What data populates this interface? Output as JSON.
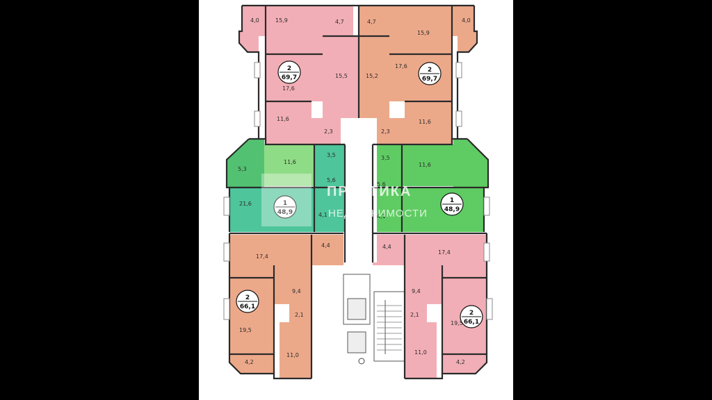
{
  "colors": {
    "background": "#000000",
    "sheet": "#ffffff",
    "wall": "#2a2a2a",
    "pink": "#f2aeb6",
    "orange": "#eca98a",
    "green": "#5fcc63",
    "teal": "#4fc59b",
    "light_green": "#8fdc86",
    "core": "#ffffff"
  },
  "apartments": [
    {
      "id": "top-left",
      "rooms": "2",
      "area": "69,7",
      "color": "pink"
    },
    {
      "id": "top-right",
      "rooms": "2",
      "area": "69,7",
      "color": "orange"
    },
    {
      "id": "mid-left",
      "rooms": "1",
      "area": "48,9",
      "color": "teal"
    },
    {
      "id": "mid-right",
      "rooms": "1",
      "area": "48,9",
      "color": "green"
    },
    {
      "id": "bottom-left",
      "rooms": "2",
      "area": "66,1",
      "color": "orange"
    },
    {
      "id": "bottom-right",
      "rooms": "2",
      "area": "66,1",
      "color": "pink"
    }
  ],
  "room_areas": {
    "tl": [
      "4,0",
      "15,9",
      "4,7",
      "15,5",
      "17,6",
      "11,6",
      "2,3"
    ],
    "tr": [
      "4,7",
      "15,9",
      "4,0",
      "15,2",
      "17,6",
      "11,6",
      "2,3"
    ],
    "ml": [
      "5,3",
      "11,6",
      "3,5",
      "5,6",
      "21,6",
      "4,1"
    ],
    "mr": [
      "3,5",
      "11,6",
      "5,6",
      "4,1"
    ],
    "bl": [
      "17,4",
      "4,4",
      "9,4",
      "2,1",
      "19,5",
      "11,0",
      "4,2"
    ],
    "br": [
      "4,4",
      "17,4",
      "9,4",
      "2,1",
      "19,5",
      "11,0",
      "4,2"
    ]
  },
  "watermark": {
    "line1": "ПРАКТИКА",
    "line2": "НЕДВИЖИМОСТИ"
  }
}
